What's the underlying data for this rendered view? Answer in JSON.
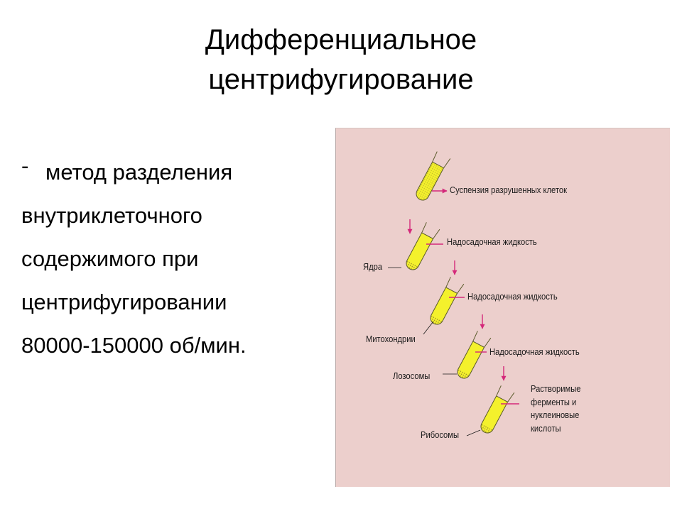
{
  "title": {
    "line1": "Дифференциальное",
    "line2": "центрифугирование"
  },
  "body": {
    "bullet": "-",
    "lines": [
      "метод разделения",
      "внутриклеточного",
      "содержимого при",
      "центрифугировании",
      "80000-150000 об/мин."
    ]
  },
  "diagram": {
    "colors": {
      "background": "#eccfcc",
      "tube_fill": "#f4f12c",
      "tube_outline": "#5a5a2a",
      "arrow": "#d4287a",
      "pellet": "#8a7a2a"
    },
    "labels": {
      "suspension": "Суспензия разрушенных клеток",
      "supernatant_1": "Надосадочная жидкость",
      "supernatant_2": "Надосадочная жидкость",
      "supernatant_3": "Надосадочная жидкость",
      "soluble": [
        "Растворимые",
        "ферменты и",
        "нуклеиновые",
        "кислоты"
      ],
      "nuclei": "Ядра",
      "mitochondria": "Митохондрии",
      "lysosomes": "Лозосомы",
      "ribosomes": "Рибосомы"
    }
  }
}
